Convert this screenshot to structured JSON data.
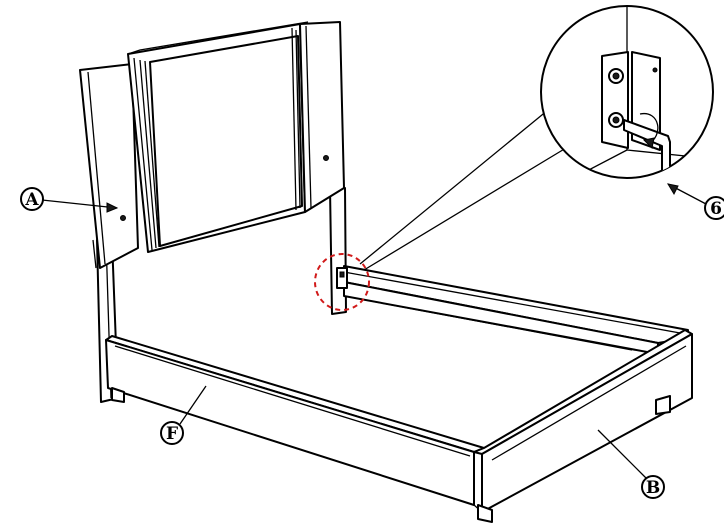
{
  "callouts": {
    "a": "A",
    "f": "F",
    "b": "B",
    "six": "6"
  },
  "colors": {
    "ink": "#000000",
    "highlight": "#d11a1a",
    "background": "#ffffff"
  }
}
